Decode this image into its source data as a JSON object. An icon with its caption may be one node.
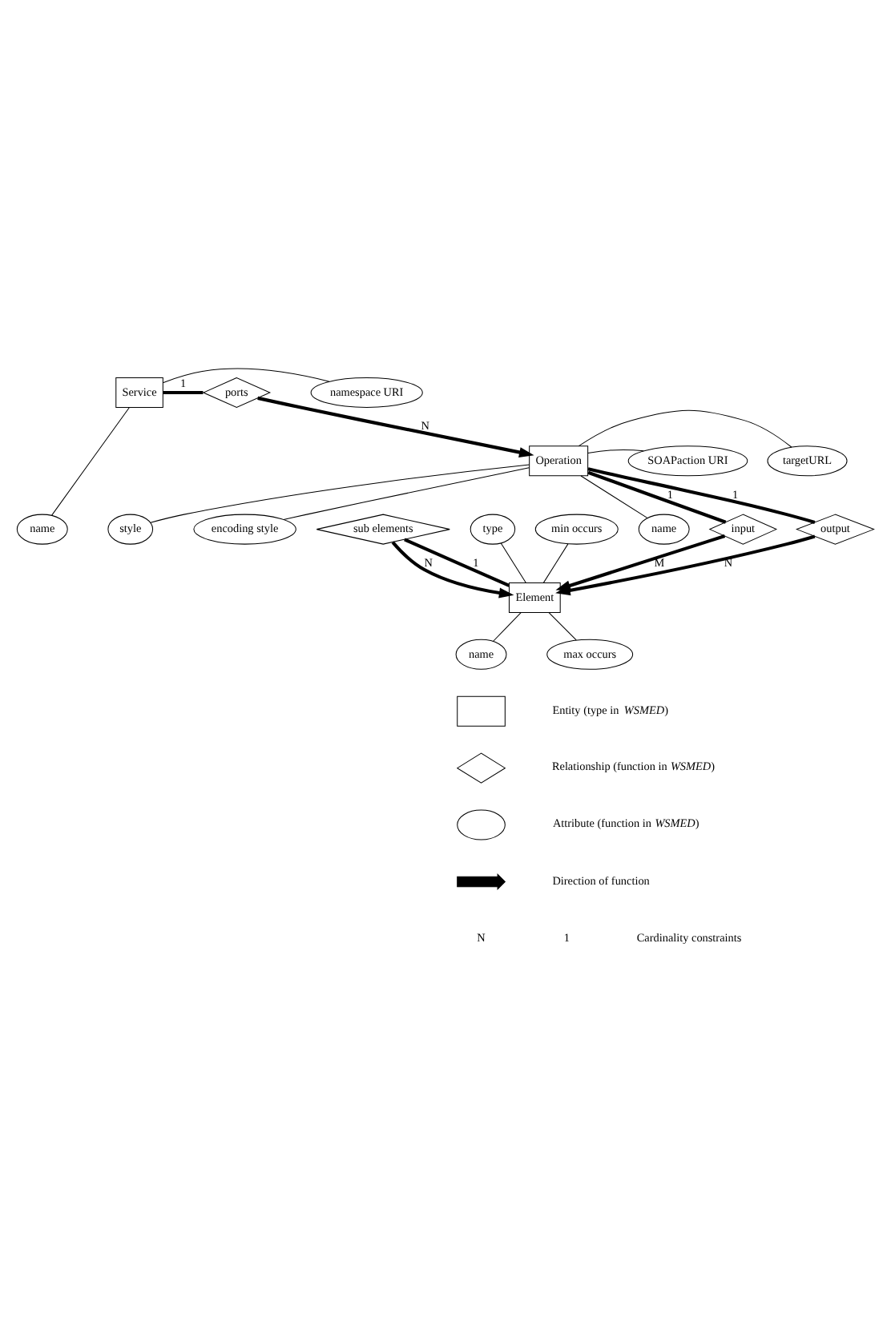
{
  "diagram": {
    "nodes": [
      {
        "text": [
          "Service"
        ]
      },
      {
        "text": [
          "ports"
        ]
      },
      {
        "text": [
          "namespace URI"
        ]
      },
      {
        "text": [
          "name"
        ]
      },
      {
        "text": [
          "style"
        ]
      },
      {
        "text": [
          "encoding style"
        ]
      },
      {
        "text": [
          "Operation"
        ]
      },
      {
        "text": [
          "targetURL"
        ]
      },
      {
        "text": [
          "SOAPaction URI"
        ]
      },
      {
        "text": [
          "name"
        ]
      },
      {
        "text": [
          "input"
        ]
      },
      {
        "text": [
          "output"
        ]
      },
      {
        "text": [
          "type"
        ]
      },
      {
        "text": [
          "min occurs"
        ]
      },
      {
        "text": [
          "sub elements"
        ]
      },
      {
        "text": [
          "Element"
        ]
      },
      {
        "text": [
          "max occurs"
        ]
      },
      {
        "text": [
          "name"
        ]
      },
      {
        "text": [],
        "shape": "box"
      },
      {
        "text": [],
        "shape": "diamond"
      },
      {
        "text": [],
        "shape": "ellipse"
      }
    ],
    "edges": [
      {
        "from": 0,
        "to": 1,
        "arrow": "none",
        "label": "1",
        "style": "thick"
      },
      {
        "from": 1,
        "to": 6,
        "arrow": "to",
        "label": "N",
        "style": "thick"
      },
      {
        "from": 0,
        "to": 2,
        "arrow": "none"
      },
      {
        "from": 0,
        "to": 3,
        "arrow": "none"
      },
      {
        "from": 6,
        "to": 4,
        "arrow": "none"
      },
      {
        "from": 6,
        "to": 5,
        "arrow": "none"
      },
      {
        "from": 6,
        "to": 7,
        "arrow": "none"
      },
      {
        "from": 6,
        "to": 8,
        "arrow": "none"
      },
      {
        "from": 6,
        "to": 9,
        "arrow": "none"
      },
      {
        "from": 6,
        "to": 10,
        "arrow": "none",
        "label": "1",
        "style": "thick"
      },
      {
        "from": 6,
        "to": 11,
        "arrow": "none",
        "label": "1",
        "style": "thick"
      },
      {
        "from": 10,
        "to": 15,
        "arrow": "to",
        "label": "M",
        "style": "thick"
      },
      {
        "from": 11,
        "to": 15,
        "arrow": "to",
        "label": "N",
        "style": "thick"
      },
      {
        "from": 14,
        "to": 15,
        "arrow": "to",
        "label": "N",
        "style": "thick"
      },
      {
        "from": 15,
        "to": 14,
        "arrow": "none",
        "label": "1",
        "style": "thick"
      },
      {
        "from": 15,
        "to": 12,
        "arrow": "none"
      },
      {
        "from": 15,
        "to": 13,
        "arrow": "none"
      },
      {
        "from": 15,
        "to": 16,
        "arrow": "none"
      },
      {
        "from": 15,
        "to": 17,
        "arrow": "none"
      }
    ],
    "labels": [
      "N",
      "1"
    ],
    "legend": [
      {
        "text": "Entity (type in *WSMED*)"
      },
      {
        "text": "Relationship (function in *WSMED*)"
      },
      {
        "text": "Attribute (function in *WSMED*)"
      },
      {
        "text": "Direction of function"
      },
      {
        "text": "Cardinality constraints"
      }
    ]
  }
}
